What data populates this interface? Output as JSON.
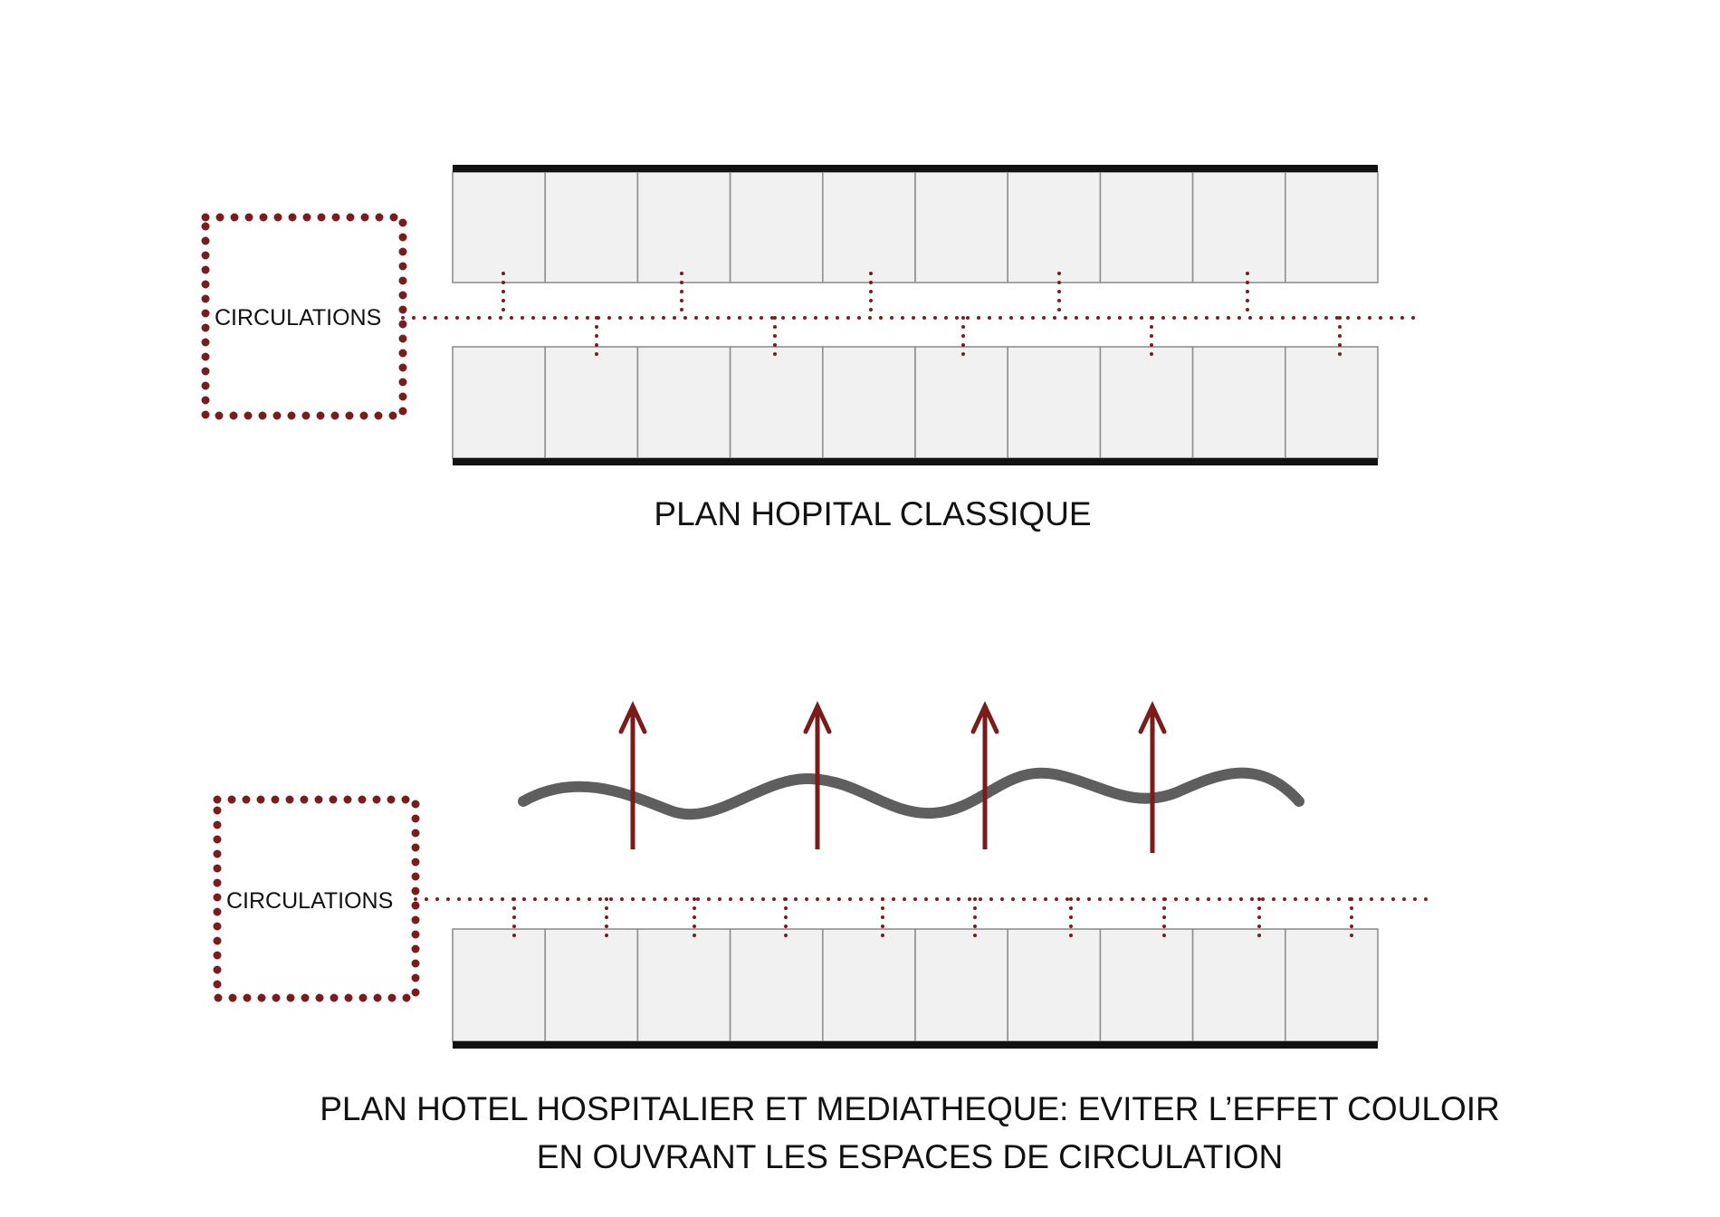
{
  "colors": {
    "circulation": "#7b1c1c",
    "arrow": "#7a1c1c",
    "wall": "#111111",
    "room_fill": "#f0f1f0",
    "room_border": "#8e918f",
    "wave": "#5e5e5e"
  },
  "diagrams": [
    {
      "box_label": "CIRCULATIONS",
      "caption_lines": [
        "PLAN HOPITAL CLASSIQUE"
      ],
      "room_rows": 2,
      "rooms_per_row": 10
    },
    {
      "box_label": "CIRCULATIONS",
      "caption_lines": [
        "PLAN HOTEL HOSPITALIER ET MEDIATHEQUE: EVITER L’EFFET COULOIR",
        "EN OUVRANT LES ESPACES DE CIRCULATION"
      ],
      "room_rows": 1,
      "rooms_per_row": 10,
      "arrow_count": 4
    }
  ]
}
